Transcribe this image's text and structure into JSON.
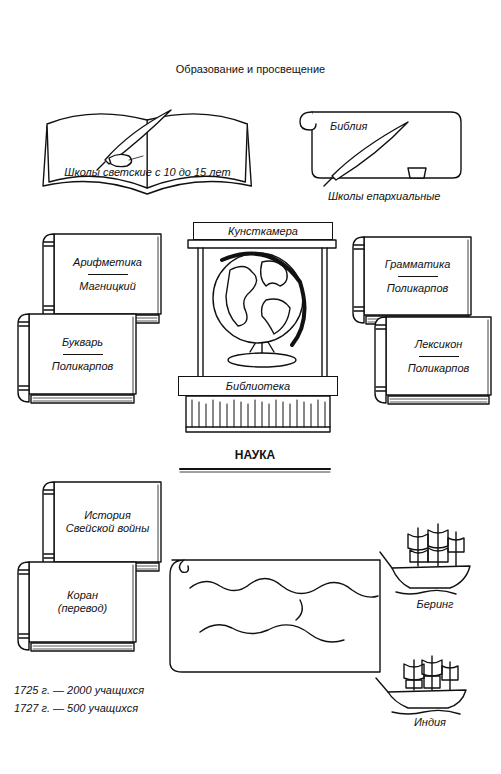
{
  "diagram": {
    "title": "Образование и просвещение",
    "nodes": [
      {
        "text": [
          "Школы светские с 10 до 15 лет"
        ]
      },
      {
        "text": [
          "Библия",
          "Школы епархиальные"
        ]
      },
      {
        "text": [
          "Кунсткамера"
        ]
      },
      {
        "text": [
          "Арифметика",
          "Магницкий"
        ]
      },
      {
        "text": [
          "Грамматика",
          "Поликарпов"
        ]
      },
      {
        "text": [
          "Букварь",
          "Поликарпов"
        ]
      },
      {
        "text": [
          "Лексикон",
          "Поликарпов"
        ]
      },
      {
        "text": [
          "Библиотека"
        ]
      },
      {
        "text": [
          "История Свейской войны"
        ]
      },
      {
        "text": [
          "Коран (перевод)"
        ]
      }
    ],
    "labels": [
      "НАУКА",
      "Беринг",
      "1725 г. — 2000 учащихся",
      "1727 г. — 500 учащихся",
      "Индия"
    ]
  }
}
